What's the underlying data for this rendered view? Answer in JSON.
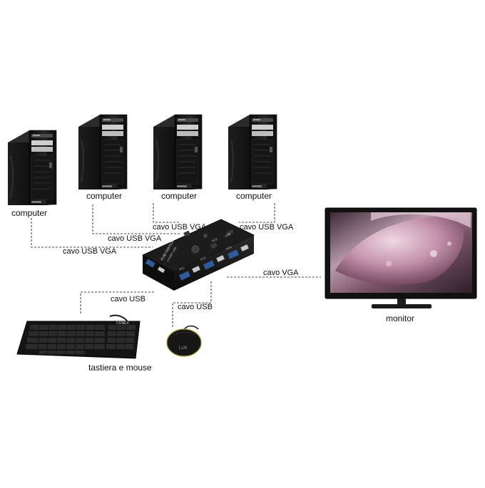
{
  "computers": [
    {
      "label": "computer"
    },
    {
      "label": "computer"
    },
    {
      "label": "computer"
    },
    {
      "label": "computer"
    }
  ],
  "cables": {
    "pc1": "cavo USB VGA",
    "pc2": "cavo USB VGA",
    "pc3": "cavo USB VGA",
    "pc4": "cavo USB VGA",
    "monitor": "cavo VGA",
    "keyboard": "cavo USB",
    "mouse": "cavo USB"
  },
  "monitor": {
    "label": "monitor"
  },
  "peripherals": {
    "label": "tastiera e mouse",
    "keyboard_brand": "CONEX",
    "mouse_brand": "LUK"
  },
  "kvm": {
    "title": "KVM SWITCH",
    "subtitle": "4 PORT USB",
    "port_labels": [
      "PC1",
      "PC2",
      "PC3",
      "PC4"
    ],
    "usb_label": "USB"
  },
  "colors": {
    "device": "#161616",
    "device_light": "#3a3a3a",
    "line": "#4a4a4a"
  }
}
